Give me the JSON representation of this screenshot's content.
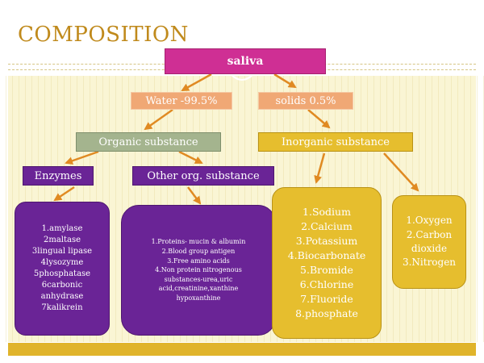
{
  "slide": {
    "title": "COMPOSITION"
  },
  "nodes": {
    "saliva": "saliva",
    "water": "Water -99.5%",
    "solids": "solids 0.5%",
    "organic": "Organic substance",
    "inorganic": "Inorganic substance",
    "enzymes": "Enzymes",
    "other_org": "Other org. substance",
    "enzyme_list": "1.amylase\n2maltase\n3lingual lipase\n4lysozyme\n5phosphatase\n6carbonic\nanhydrase\n7kalikrein",
    "other_list": "1.Proteins- mucin & albumin\n2.Blood group antigen\n3.Free amino acids\n4.Non protein nitrogenous\nsubstances-urea,uric\nacid,creatinine,xanthine\nhypoxanthine",
    "inorganic_list": "1.Sodium\n2.Calcium\n3.Potassium\n4.Biocarbonate\n5.Bromide\n6.Chlorine\n7.Fluoride\n8.phosphate",
    "gas_list": "1.Oxygen\n2.Carbon\ndioxide\n3.Nitrogen"
  },
  "colors": {
    "magenta": "#cf2f94",
    "salmon": "#f0a875",
    "sage": "#a4b48e",
    "gold": "#e6be2e",
    "purple": "#6a2496",
    "arrow": "#e08a22",
    "title": "#c08a1c"
  }
}
